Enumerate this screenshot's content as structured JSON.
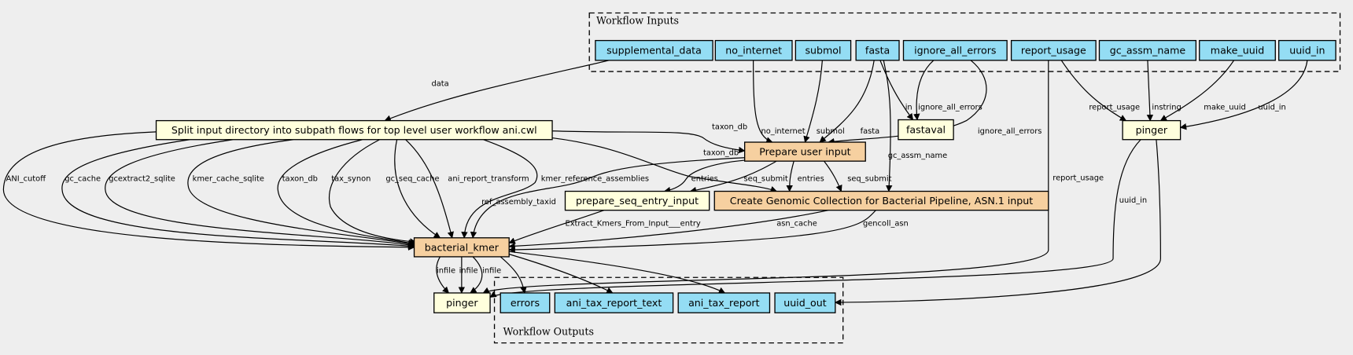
{
  "colors": {
    "background": "#eeeeee",
    "input_node": "#94ddf4",
    "step_node": "#ffffdd",
    "workflow_node": "#f6d0a0"
  },
  "clusters": {
    "inputs": "Workflow Inputs",
    "outputs": "Workflow Outputs"
  },
  "inputs": [
    "supplemental_data",
    "no_internet",
    "submol",
    "fasta",
    "ignore_all_errors",
    "report_usage",
    "gc_assm_name",
    "make_uuid",
    "uuid_in"
  ],
  "steps": {
    "split": "Split input directory into subpath flows for top level user workflow ani.cwl",
    "fastaval": "fastaval",
    "pinger_top": "pinger",
    "prepare_user_input": "Prepare user input",
    "prepare_seq_entry_input": "prepare_seq_entry_input",
    "create_gencoll": "Create Genomic Collection for Bacterial Pipeline, ASN.1 input",
    "bacterial_kmer": "bacterial_kmer",
    "pinger_bottom": "pinger"
  },
  "outputs": [
    "errors",
    "ani_tax_report_text",
    "ani_tax_report",
    "uuid_out"
  ],
  "edge_labels": {
    "data": "data",
    "no_internet": "no_internet",
    "submol": "submol",
    "fasta": "fasta",
    "in": "in",
    "ignore_all_errors_fastaval": "ignore_all_errors",
    "ignore_all_errors_prep": "ignore_all_errors",
    "gc_assm_name": "gc_assm_name",
    "report_usage_top": "report_usage",
    "instring": "instring",
    "make_uuid": "make_uuid",
    "uuid_in_top": "uuid_in",
    "report_usage_bottom": "report_usage",
    "uuid_in_bottom": "uuid_in",
    "taxon_db_prep": "taxon_db",
    "taxon_db_create": "taxon_db",
    "ANI_cutoff": "ANI_cutoff",
    "gc_cache": "gc_cache",
    "gcextract2_sqlite": "gcextract2_sqlite",
    "kmer_cache_sqlite": "kmer_cache_sqlite",
    "taxon_db_kmer": "taxon_db",
    "tax_synon": "tax_synon",
    "gc_seq_cache": "gc_seq_cache",
    "ani_report_transform": "ani_report_transform",
    "kmer_reference_assemblies": "kmer_reference_assemblies",
    "ref_assembly_taxid": "ref_assembly_taxid",
    "entries1": "entries",
    "seq_submit1": "seq_submit",
    "entries2": "entries",
    "seq_submit2": "seq_submit",
    "extract_entry": "Extract_Kmers_From_Input___entry",
    "asn_cache": "asn_cache",
    "gencoll_asn": "gencoll_asn",
    "infile1": "infile",
    "infile2": "infile",
    "infile3": "infile"
  }
}
